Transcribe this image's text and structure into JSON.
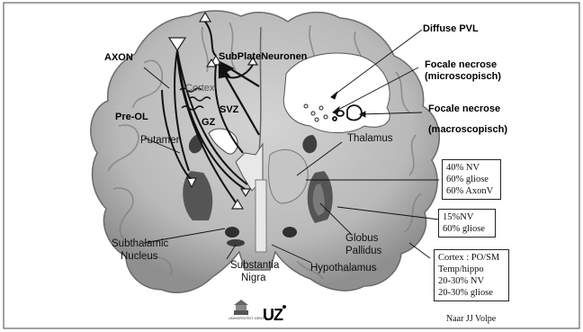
{
  "labels": {
    "diffuse_pvl": "Diffuse PVL",
    "focal_micro_line1": "Focale necrose",
    "focal_micro_line2": "(microscopisch)",
    "focal_macro_line1": "Focale necrose",
    "focal_macro_line2": "(macroscopisch)",
    "axon": "AXON",
    "subplate": "SubPlateNeuronen",
    "cortex": "Cortex",
    "pre_ol": "Pre-OL",
    "svz": "SVZ",
    "gz": "GZ",
    "putamen": "Putamen",
    "thalamus": "Thalamus",
    "subthalamic_line1": "Subthalamic",
    "subthalamic_line2": "Nucleus",
    "substantia_line1": "Substantia",
    "substantia_line2": "Nigra",
    "globus_line1": "Globus",
    "globus_line2": "Pallidus",
    "hypothalamus": "Hypothalamus"
  },
  "boxes": {
    "thalamus_stats": [
      "40% NV",
      "60% gliose",
      "60% AxonV"
    ],
    "globus_stats": [
      "15%NV",
      "60% gliose"
    ],
    "cortex_stats": [
      "Cortex : PO/SM",
      "Temp/hippo",
      "20-30% NV",
      "20-30% gliose"
    ]
  },
  "credit": "Naar JJ Volpe",
  "logos": {
    "university": "UNIVERSITEIT GENT",
    "uz": "UZ"
  }
}
